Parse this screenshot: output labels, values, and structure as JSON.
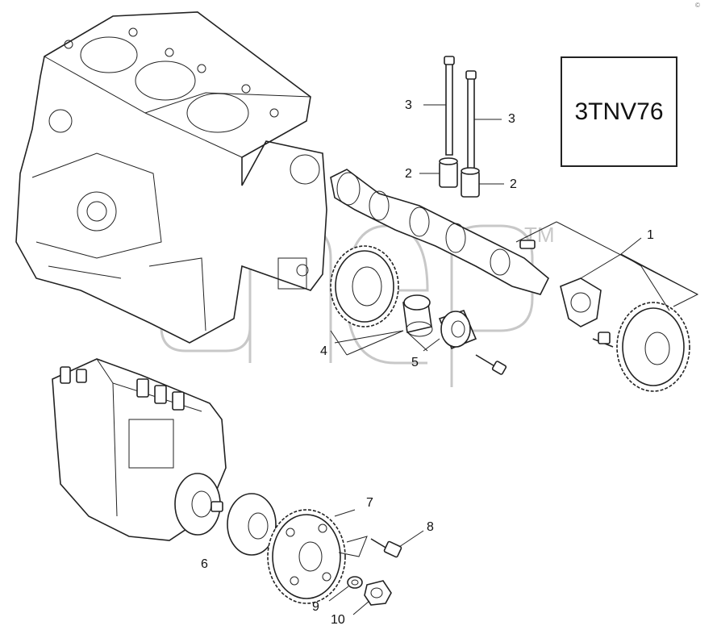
{
  "model_label": "3TNV76",
  "corner_mark": "©",
  "callouts": {
    "c1": "1",
    "c2a": "2",
    "c2b": "2",
    "c3a": "3",
    "c3b": "3",
    "c4": "4",
    "c5": "5",
    "c6": "6",
    "c7": "7",
    "c8": "8",
    "c9": "9",
    "c10": "10"
  }
}
